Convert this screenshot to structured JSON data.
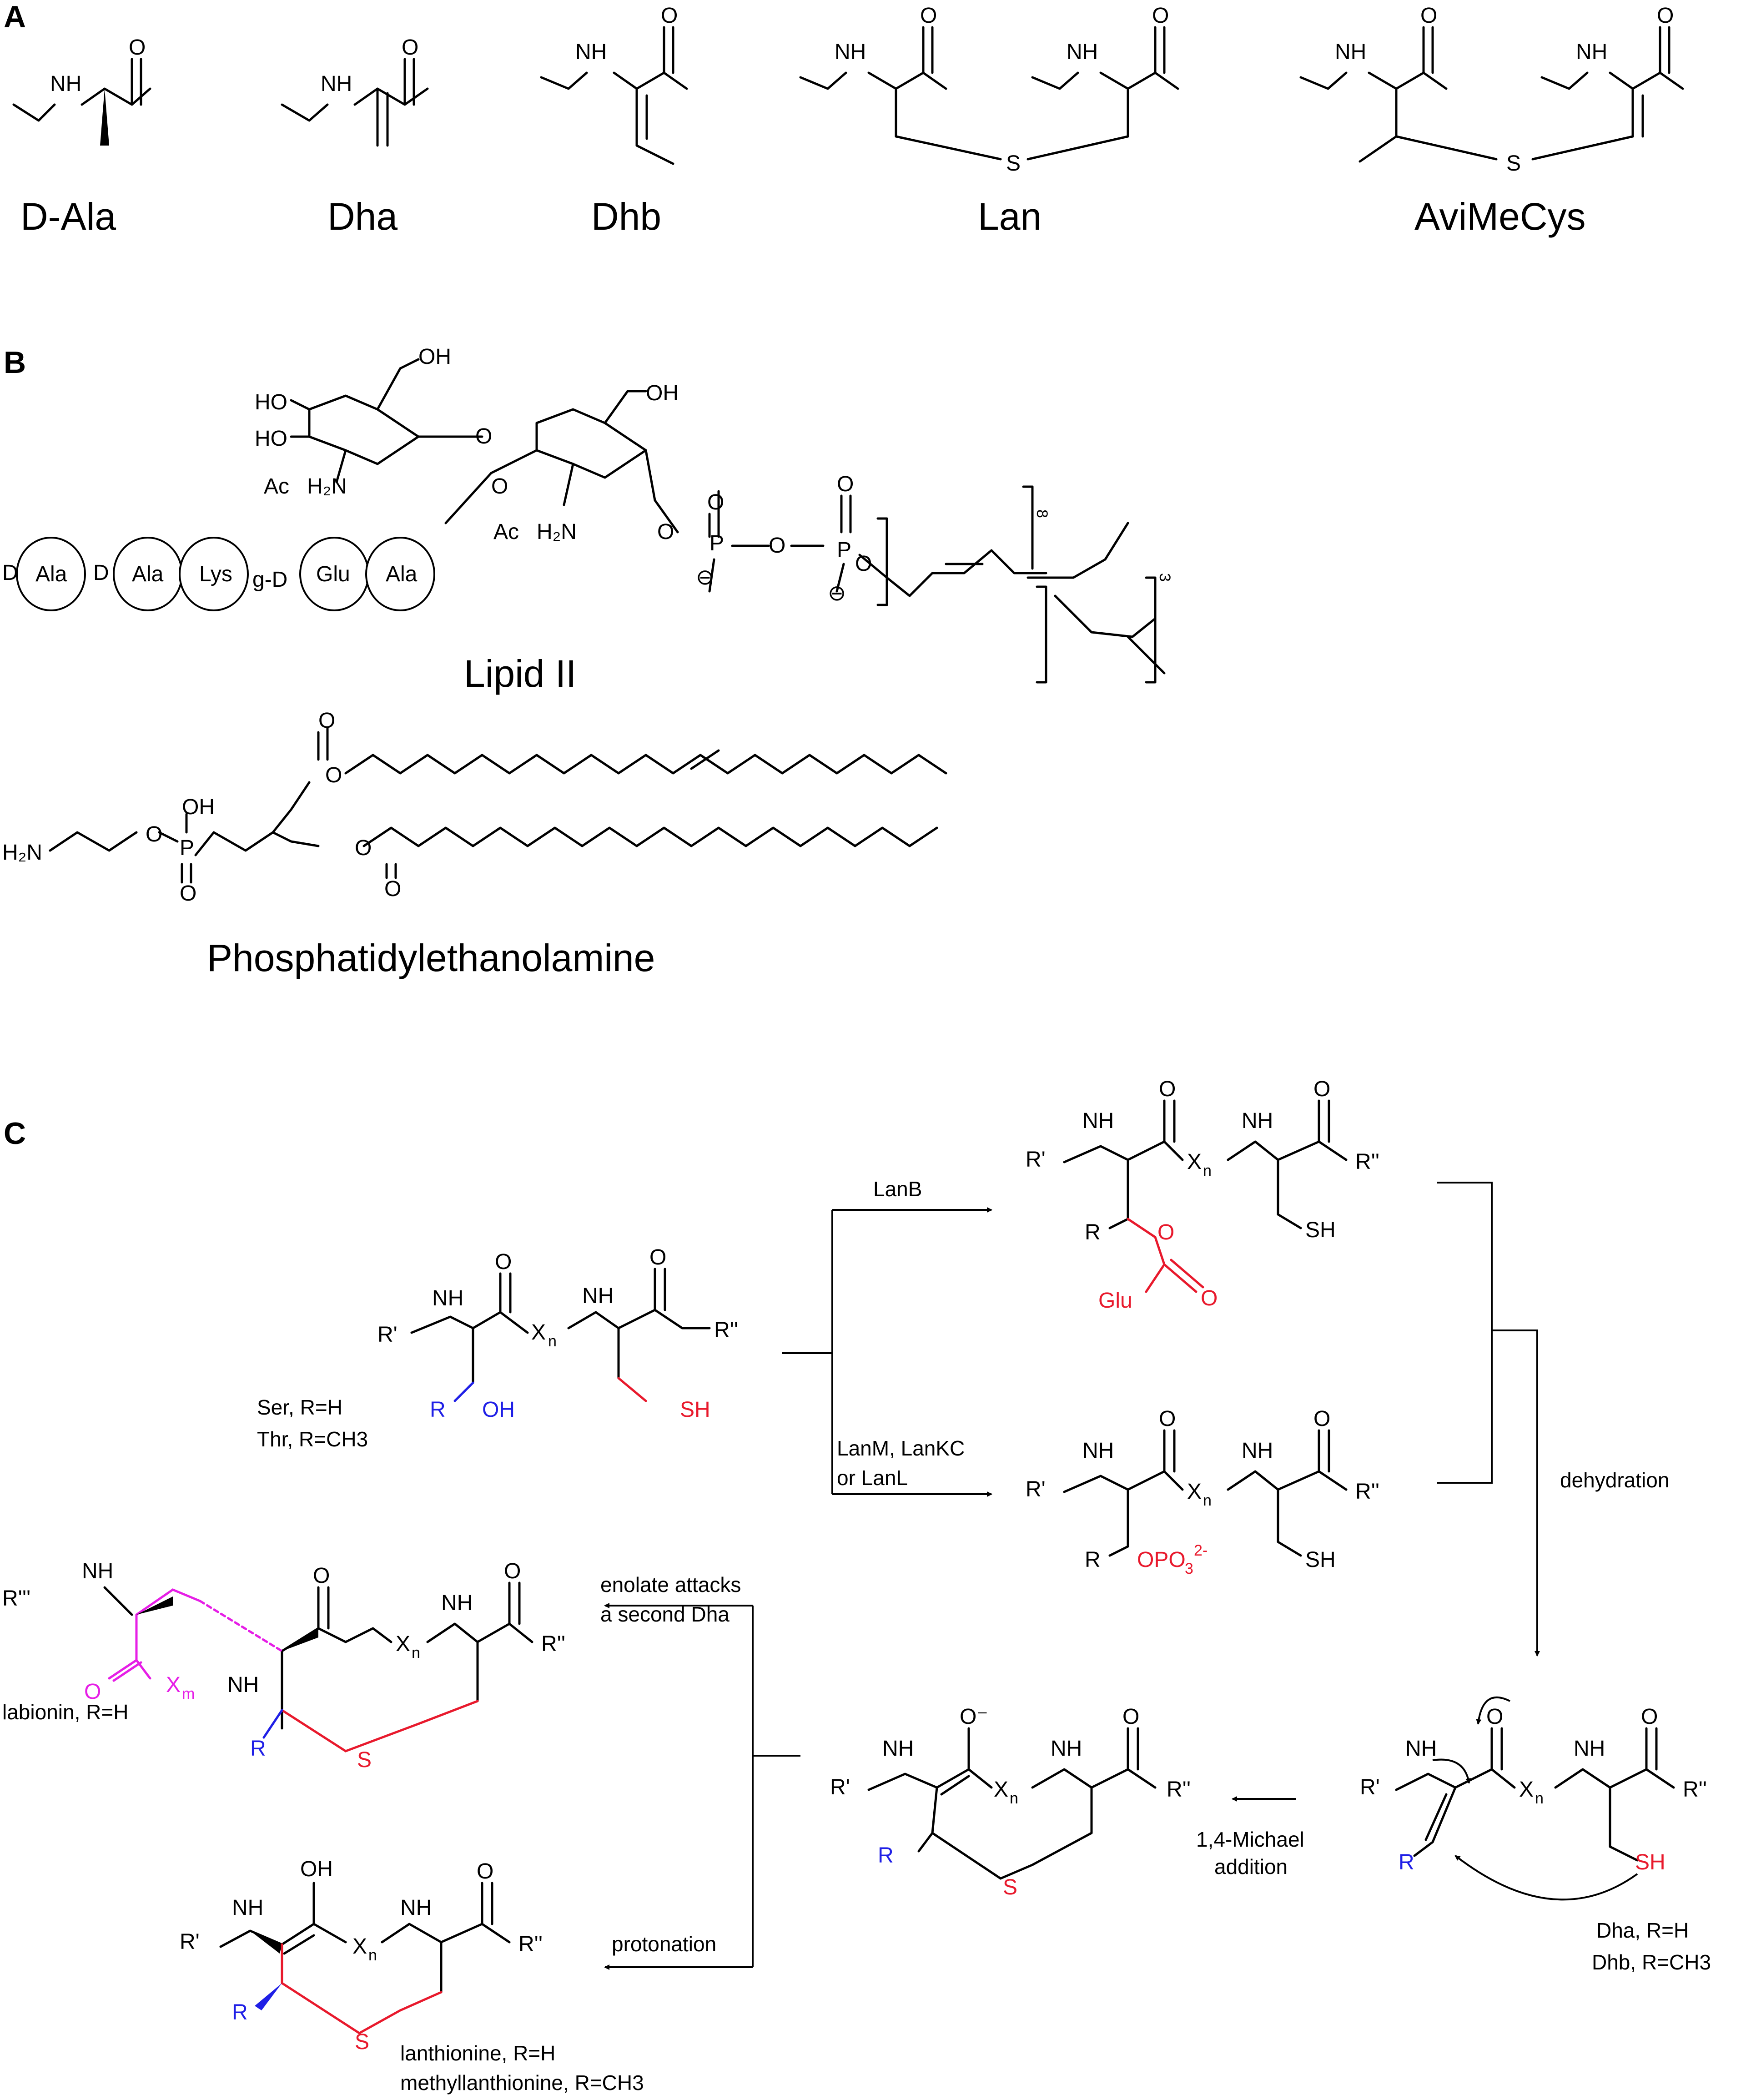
{
  "panels": {
    "a": "A",
    "b": "B",
    "c": "C"
  },
  "panel_a": {
    "names": [
      "D-Ala",
      "Dha",
      "Dhb",
      "Lan",
      "AviMeCys"
    ],
    "atoms": {
      "nh": "NH",
      "o": "O",
      "s": "S"
    }
  },
  "panel_b": {
    "lipid_title": "Lipid II",
    "pe_title": "Phosphatidylethanolamine",
    "residues": [
      "Ala",
      "Ala",
      "Lys",
      "Glu",
      "Ala"
    ],
    "d_marks": [
      "D",
      "D"
    ],
    "gd": "g-D",
    "oh": "OH",
    "ho": "HO",
    "ac": "Ac",
    "h2n": "H₂N",
    "o": "O",
    "p": "P",
    "minus": "⊖",
    "repeat8": "8",
    "repeat3": "3"
  },
  "panel_c": {
    "enzyme_b": "LanB",
    "enzyme_m": "LanM, LanKC",
    "enzyme_m2": "or LanL",
    "dehydration": "dehydration",
    "michael1": "1,4-Michael",
    "michael2": "addition",
    "enolate1": "enolate attacks",
    "enolate2": "a second Dha",
    "protonation": "protonation",
    "ser": "Ser, R=H",
    "thr": "Thr, R=CH3",
    "dha": "Dha, R=H",
    "dhb": "Dhb, R=CH3",
    "labionin": "labionin, R=H",
    "lanthionine": "lanthionine, R=H",
    "methyllanthionine": "methyllanthionine, R=CH3",
    "glu": "Glu",
    "sh": "SH",
    "oh": "OH",
    "opo3": "OPO",
    "r": "R",
    "rp": "R'",
    "rpp": "R''",
    "rppp": "R'''",
    "xn": "X",
    "n": "n",
    "m": "m",
    "o_minus": "O⁻"
  },
  "colors": {
    "red": "#e8192c",
    "blue": "#1f1fe6",
    "magenta": "#e61ee6"
  }
}
